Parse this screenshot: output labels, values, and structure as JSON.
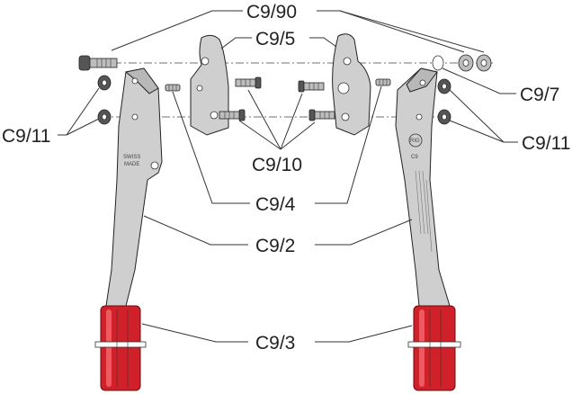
{
  "labels": {
    "c9_90": "C9/90",
    "c9_5": "C9/5",
    "c9_7": "C9/7",
    "c9_11_left": "C9/11",
    "c9_11_right": "C9/11",
    "c9_10": "C9/10",
    "c9_4": "C9/4",
    "c9_2": "C9/2",
    "c9_3": "C9/3"
  },
  "handle_marks": {
    "left_line1": "SWISS",
    "left_line2": "MADE",
    "right_model": "C9",
    "right_logo": "RIG"
  },
  "colors": {
    "metal": "#cfcfcf",
    "grip": "#d0202a"
  }
}
